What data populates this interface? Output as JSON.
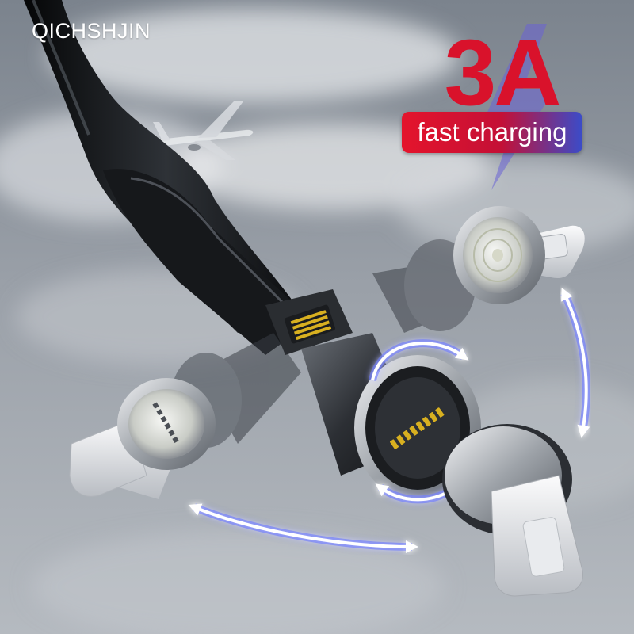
{
  "brand": {
    "name": "QICHSHJIN"
  },
  "promo": {
    "amperage": "3A",
    "tagline": "fast charging"
  },
  "scene": {
    "subjects": {
      "cable": "cable-icon",
      "airplane": "airplane-icon",
      "connector_head": "magnetic-connector-icon",
      "tip_top_right": "usb-c-tip-icon",
      "tip_left": "lightning-tip-icon",
      "tip_bottom_right": "lightning-tip-icon",
      "rotation_arrows": "rotate-arrows-icon"
    },
    "colors": {
      "sky_top": "#7d8590",
      "sky_bottom": "#b7bcc2",
      "cable": "#15171a",
      "brand_red": "#d9122b",
      "accent_blue": "#3a4cc9",
      "arrow_glow": "#5a6cff",
      "gold_pins": "#d8b020"
    }
  }
}
